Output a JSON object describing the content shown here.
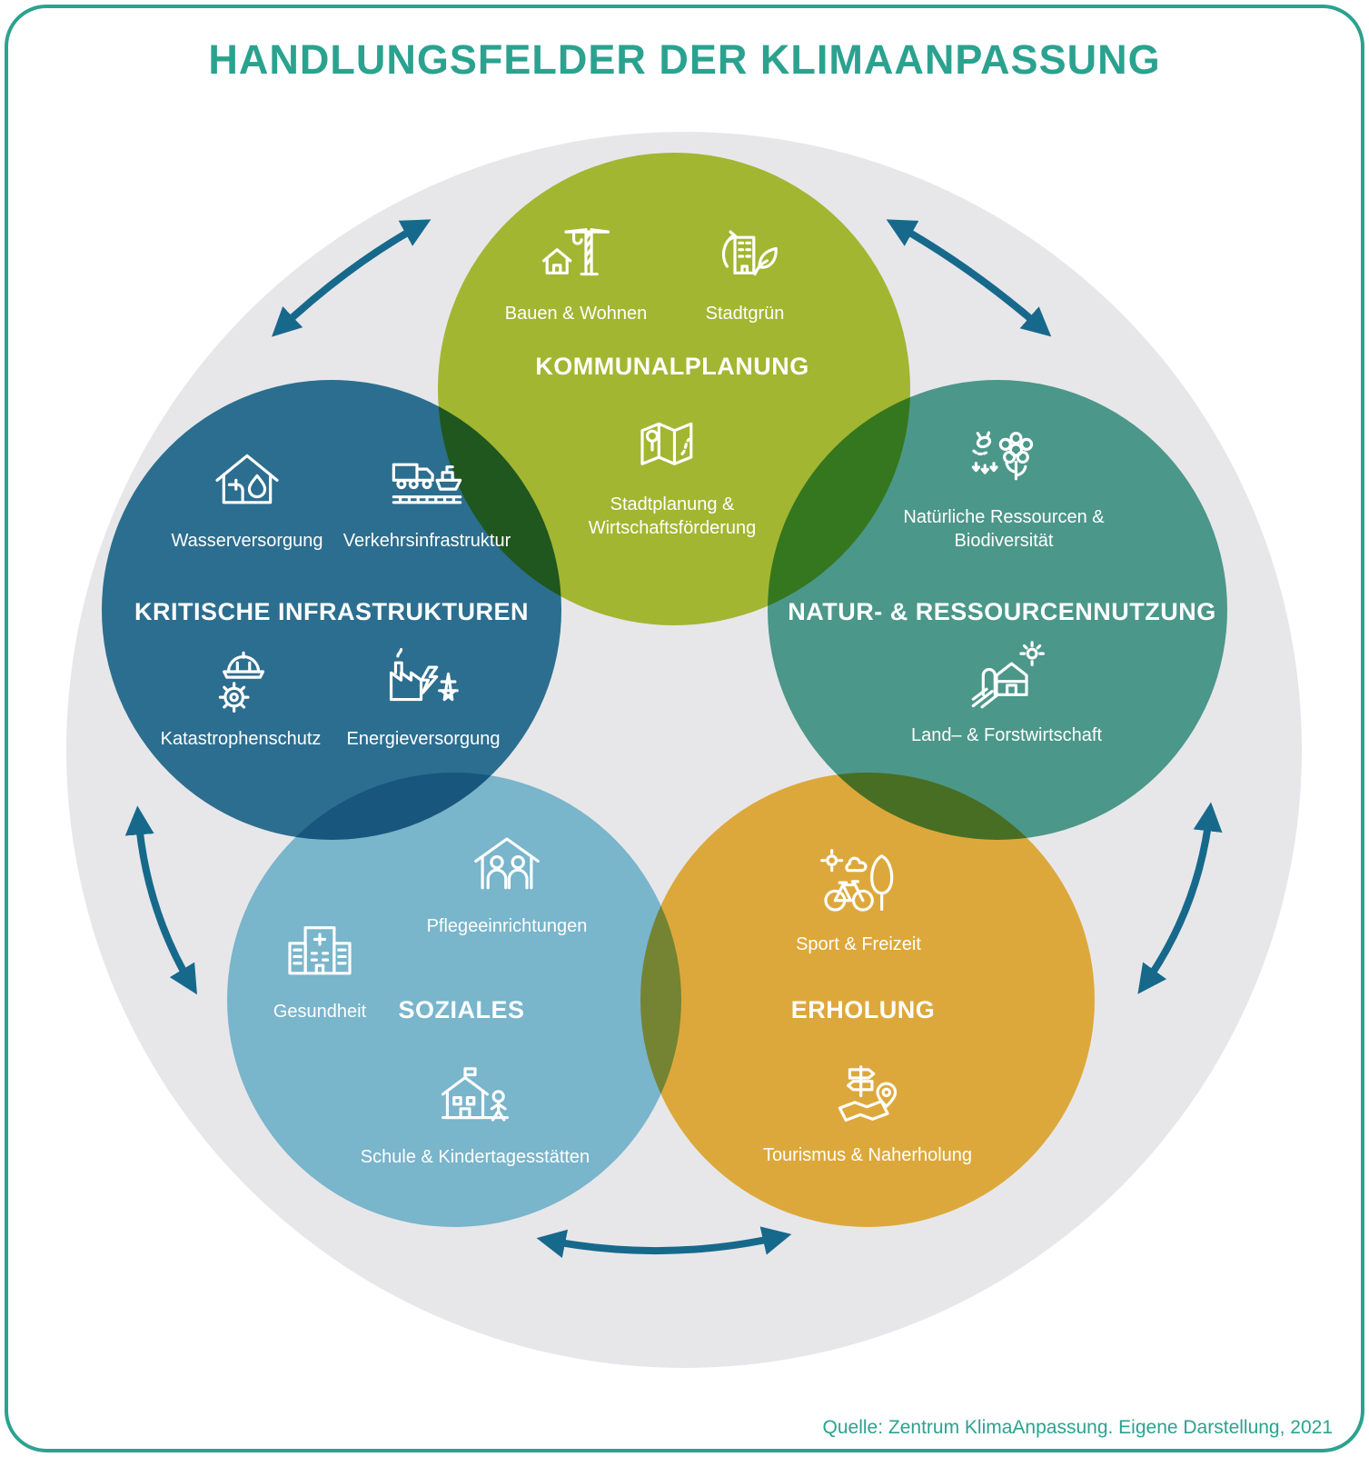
{
  "title": "HANDLUNGSFELDER DER KLIMAANPASSUNG",
  "source": "Quelle: Zentrum KlimaAnpassung. Eigene Darstellung, 2021",
  "colors": {
    "frame_border": "#2BA28F",
    "title_text": "#2BA28F",
    "background": "#E7E7EA",
    "arrow": "#17698C",
    "item_text": "#FFFFFF",
    "kommunalplanung": "#B3C936",
    "kritische_infrastrukturen": "#30799C",
    "natur_ressourcennutzung": "#53A796",
    "soziales": "#86C8DE",
    "erholung": "#F4BA40"
  },
  "circles": {
    "kommunalplanung": {
      "title": "KOMMUNALPLANUNG",
      "items": {
        "bauen_wohnen": {
          "label": "Bauen & Wohnen",
          "icon": "construction-crane-house-icon"
        },
        "stadtgruen": {
          "label": "Stadtgrün",
          "icon": "green-building-icon"
        },
        "stadtplanung": {
          "label": "Stadtplanung & Wirtschaftsförderung",
          "icon": "city-plan-map-icon"
        }
      }
    },
    "kritische_infrastrukturen": {
      "title": "KRITISCHE INFRASTRUKTUREN",
      "items": {
        "wasserversorgung": {
          "label": "Wasserversorgung",
          "icon": "water-supply-house-icon"
        },
        "verkehrsinfrastruktur": {
          "label": "Verkehrsinfrastruktur",
          "icon": "transport-infrastructure-icon"
        },
        "katastrophenschutz": {
          "label": "Katastrophenschutz",
          "icon": "helmet-gear-icon"
        },
        "energieversorgung": {
          "label": "Energieversorgung",
          "icon": "power-plant-icon"
        }
      }
    },
    "natur_ressourcennutzung": {
      "title": "NATUR- & RESSOURCENNUTZUNG",
      "items": {
        "ressourcen_biodiversitaet": {
          "label": "Natürliche Ressourcen & Biodiversität",
          "icon": "flower-bee-icon"
        },
        "land_forstwirtschaft": {
          "label": "Land– & Forstwirtschaft",
          "icon": "farm-field-icon"
        }
      }
    },
    "soziales": {
      "title": "SOZIALES",
      "items": {
        "pflegeeinrichtungen": {
          "label": "Pflegeeinrichtungen",
          "icon": "care-home-icon"
        },
        "gesundheit": {
          "label": "Gesundheit",
          "icon": "hospital-icon"
        },
        "schule_kitas": {
          "label": "Schule & Kindertagesstätten",
          "icon": "school-child-icon"
        }
      }
    },
    "erholung": {
      "title": "ERHOLUNG",
      "items": {
        "sport_freizeit": {
          "label": "Sport & Freizeit",
          "icon": "bicycle-park-icon"
        },
        "tourismus_naherholung": {
          "label": "Tourismus & Naherholung",
          "icon": "signpost-map-icon"
        }
      }
    }
  }
}
